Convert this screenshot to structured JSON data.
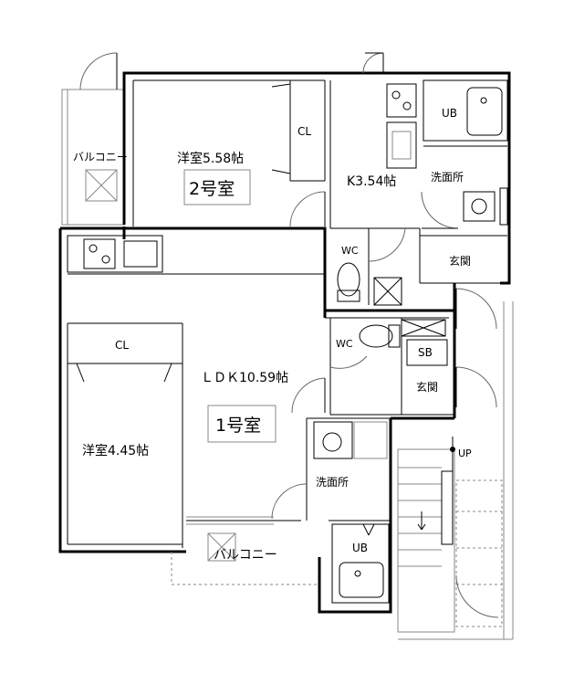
{
  "rooms": {
    "balcony_top": "バルコニー",
    "western_room_2": "洋室5.58帖",
    "closet_2": "CL",
    "unit_2": "2号室",
    "kitchen_2": "K3.54帖",
    "washroom_2": "洗面所",
    "bath_2": "UB",
    "toilet_2": "WC",
    "entrance_2": "玄関",
    "closet_1": "CL",
    "ldk_1": "ＬＤＫ10.59帖",
    "unit_1": "1号室",
    "western_room_1": "洋室4.45帖",
    "toilet_1": "WC",
    "shoe_box_1": "SB",
    "entrance_1": "玄関",
    "washroom_1": "洗面所",
    "bath_1": "UB",
    "balcony_bottom": "バルコニー",
    "stair_up": "UP"
  }
}
